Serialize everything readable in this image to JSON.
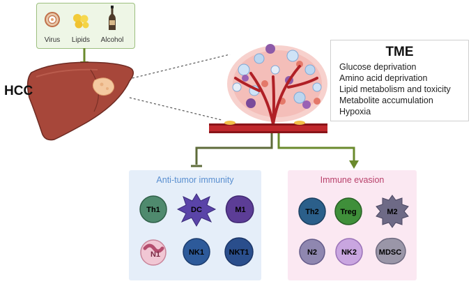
{
  "risk_factors": {
    "items": [
      {
        "label": "Virus",
        "icon": "virus-icon"
      },
      {
        "label": "Lipids",
        "icon": "lipids-icon"
      },
      {
        "label": "Alcohol",
        "icon": "alcohol-bottle-icon"
      }
    ]
  },
  "hcc_label": "HCC",
  "tme": {
    "title": "TME",
    "items": [
      "Glucose deprivation",
      "Amino acid deprivation",
      "Lipid metabolism and toxicity",
      "Metabolite accumulation",
      "Hypoxia"
    ]
  },
  "anti_tumor": {
    "title": "Anti-tumor immunity",
    "cells": [
      "Th1",
      "DC",
      "M1",
      "N1",
      "NK1",
      "NKT1"
    ]
  },
  "immune_evasion": {
    "title": "Immune evasion",
    "cells": [
      "Th2",
      "Treg",
      "M2",
      "N2",
      "NK2",
      "MDSC"
    ]
  },
  "colors": {
    "liver": "#a7473a",
    "vessel": "#c0282d",
    "arrow_green": "#6a8a2c",
    "anti_panel": "#e5eef9",
    "evasion_panel": "#fbe8f2"
  }
}
